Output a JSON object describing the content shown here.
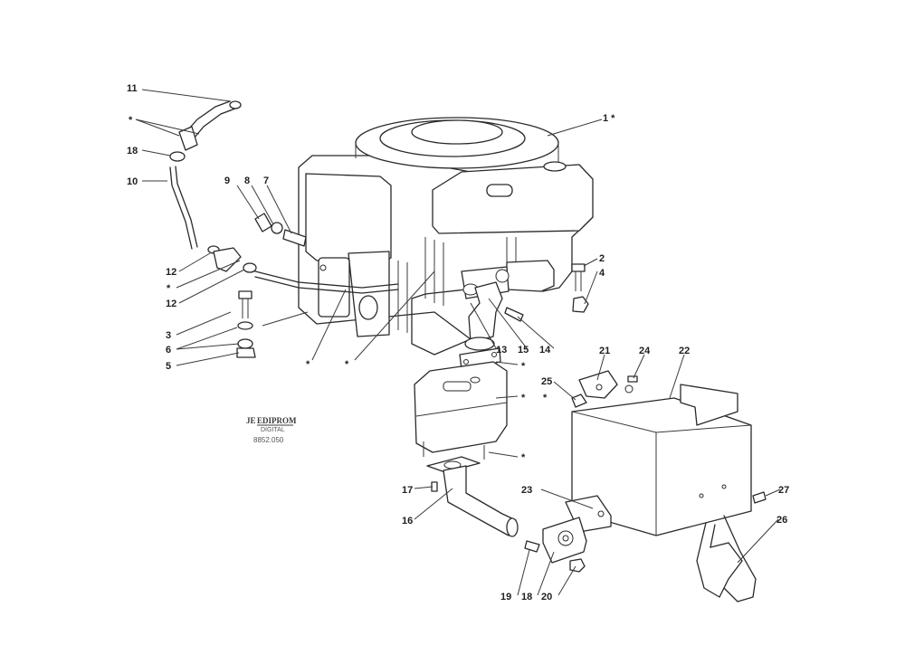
{
  "callouts": {
    "c1": "1 *",
    "c2": "2",
    "c3": "3",
    "c4": "4",
    "c5": "5",
    "c6": "6",
    "c7": "7",
    "c8": "8",
    "c9": "9",
    "c10": "10",
    "c11": "11",
    "c12a": "12",
    "c12b": "12",
    "c13": "13",
    "c14": "14",
    "c15": "15",
    "c16": "16",
    "c17": "17",
    "c18a": "18",
    "c18b": "18",
    "c19": "19",
    "c20": "20",
    "c21": "21",
    "c22": "22",
    "c23": "23",
    "c24": "24",
    "c25": "25",
    "c26": "26",
    "c27": "27",
    "star": "*"
  },
  "logo": {
    "brand": "EDIPROM",
    "sub": "DIGITAL",
    "code": "8852.050"
  }
}
